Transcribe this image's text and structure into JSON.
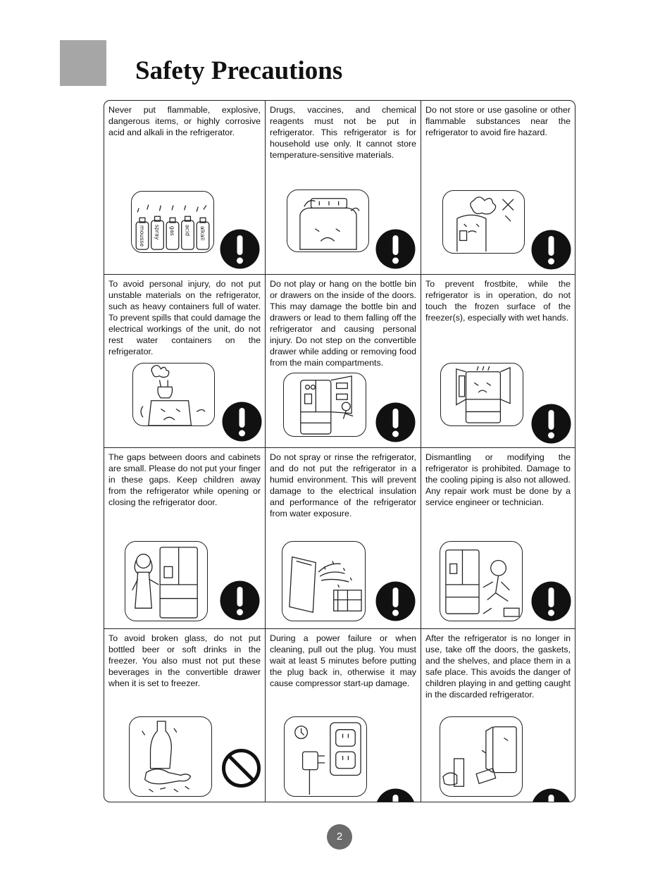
{
  "header": {
    "title": "Safety Precautions"
  },
  "cells": [
    {
      "text": "Never put flammable, explosive, dangerous items, or highly corrosive acid and alkali in the refrigerator.",
      "icon": "exclamation-icon",
      "labels": [
        "mousse",
        "spray",
        "gas",
        "acid",
        "alkali"
      ]
    },
    {
      "text": "Drugs, vaccines, and chemical reagents must not be put in refrigerator. This refrigerator is for household use only. It cannot store temperature-sensitive materials.",
      "icon": "exclamation-icon"
    },
    {
      "text": "Do not store or use gasoline or other flammable substances near the refrigerator to avoid fire hazard.",
      "icon": "exclamation-icon"
    },
    {
      "text": "To avoid personal injury, do not put unstable materials on the refrigerator, such as heavy containers full of water. To prevent spills that could damage the electrical workings of the unit, do not rest water containers on the refrigerator.",
      "icon": "exclamation-icon"
    },
    {
      "text": "Do not play or hang on the bottle bin or drawers on the inside of the doors. This may damage the bottle bin and drawers or lead to them falling off the refrigerator and causing personal injury. Do not step on the convertible drawer while adding or removing food from the main compartments.",
      "icon": "exclamation-icon"
    },
    {
      "text": "To prevent frostbite, while the refrigerator is in operation, do not touch the frozen surface of the freezer(s), especially with wet hands.",
      "icon": "exclamation-icon"
    },
    {
      "text": "The gaps between doors and cabinets are small. Please do not put your finger in these gaps. Keep children away from the refrigerator while opening or closing the refrigerator door.",
      "icon": "exclamation-icon"
    },
    {
      "text": "Do not spray or rinse the refrigerator, and do not put the refrigerator in a humid environment. This will prevent damage to the electrical insulation and performance of the refrigerator from water exposure.",
      "icon": "exclamation-icon"
    },
    {
      "text": "Dismantling or modifying the refrigerator is prohibited. Damage to the cooling piping is also not allowed. Any repair work must be done by a service engineer or technician.",
      "icon": "exclamation-icon"
    },
    {
      "text": "To avoid broken glass, do not put bottled beer or soft drinks in the freezer. You also must not put these beverages in the convertible drawer when it is set to freezer.",
      "icon": "prohibited-icon"
    },
    {
      "text": "During a power failure or when cleaning, pull out the plug. You must wait at least 5 minutes before putting the plug back in, otherwise it may cause compressor start-up damage.",
      "icon": "exclamation-icon"
    },
    {
      "text": "After the refrigerator is no longer in use, take off the doors, the gaskets, and the shelves, and place them in a safe place. This avoids the danger of children playing in and getting caught in the discarded refrigerator.",
      "icon": "exclamation-icon"
    }
  ],
  "footer": {
    "page_number": "2"
  }
}
